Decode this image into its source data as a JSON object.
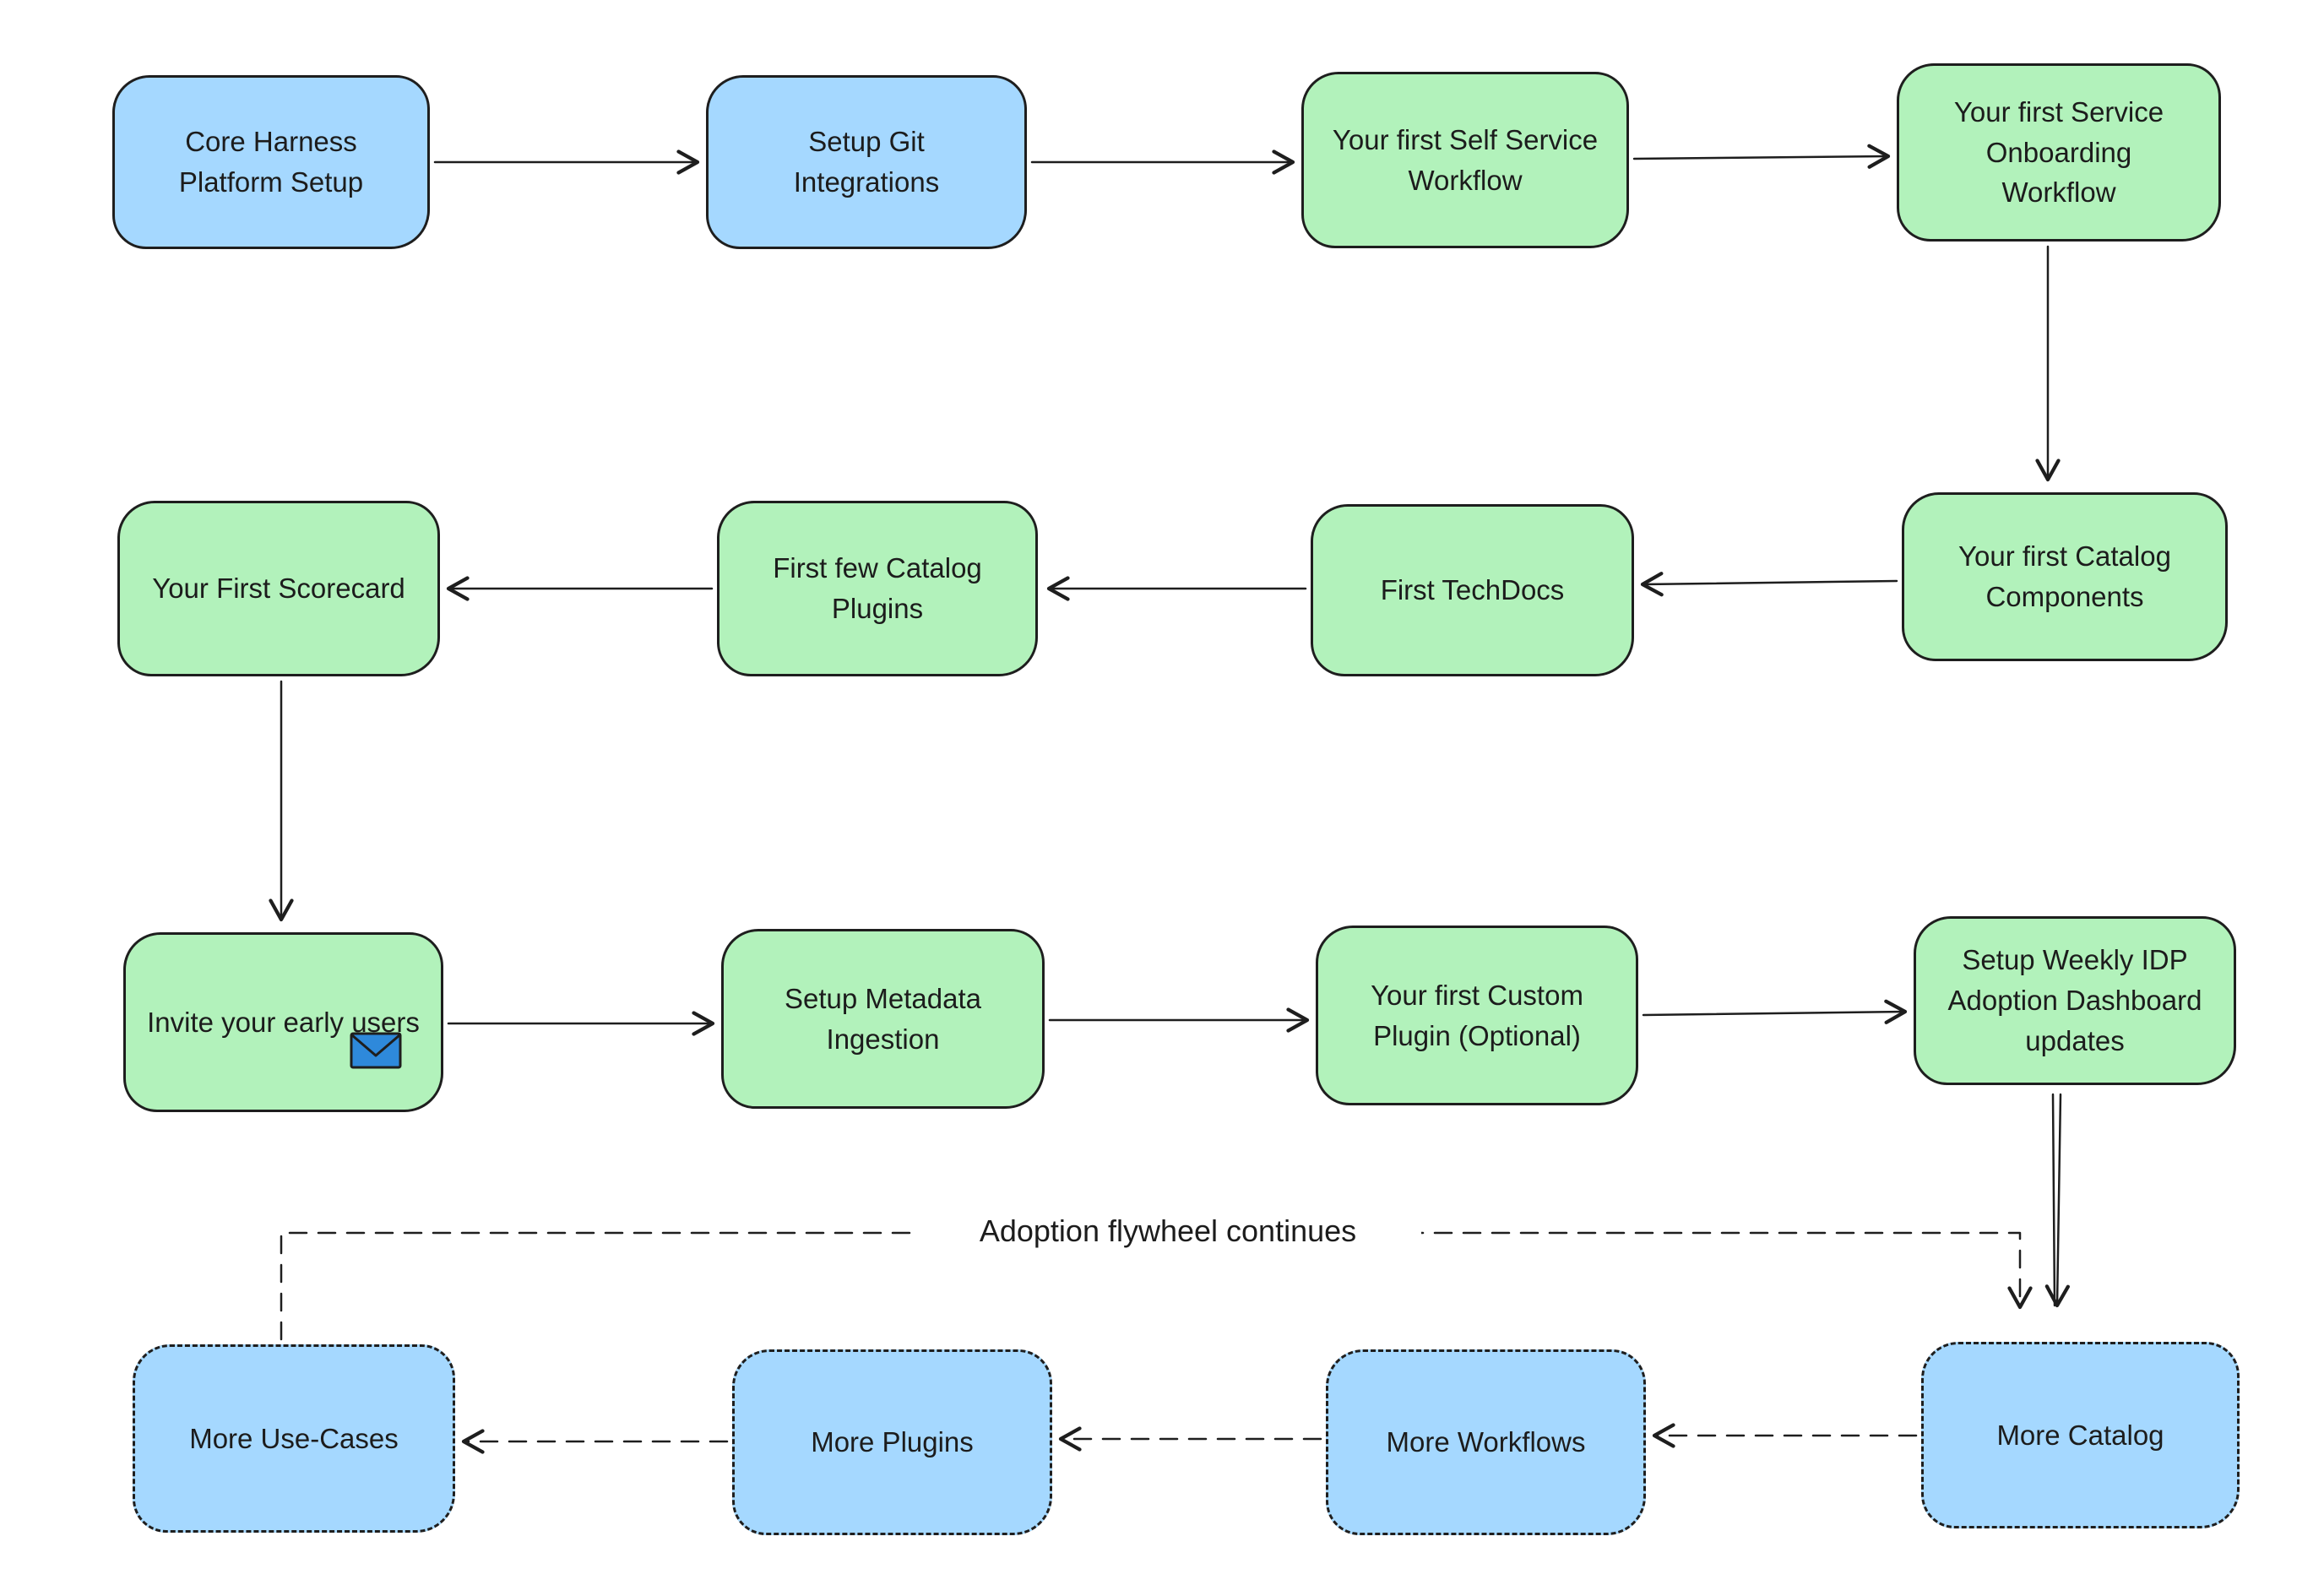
{
  "colors": {
    "background": "#ffffff",
    "blue": "#a5d8ff",
    "green": "#b2f2bb",
    "stroke": "#1e1e1e",
    "text": "#1c1c1c",
    "envelope": "#2e89db"
  },
  "diagram": {
    "flywheel_label": "Adoption flywheel continues",
    "nodes": [
      {
        "label": "Core Harness Platform Setup",
        "style": "blue"
      },
      {
        "label": "Setup Git Integrations",
        "style": "blue"
      },
      {
        "label": "Your first Self Service Workflow",
        "style": "green"
      },
      {
        "label": "Your first Service Onboarding Workflow",
        "style": "green"
      },
      {
        "label": "Your First Scorecard",
        "style": "green"
      },
      {
        "label": "First few Catalog Plugins",
        "style": "green"
      },
      {
        "label": "First TechDocs",
        "style": "green"
      },
      {
        "label": "Your first Catalog Components",
        "style": "green"
      },
      {
        "label": "Invite your early users",
        "style": "green",
        "icon": "email"
      },
      {
        "label": "Setup Metadata Ingestion",
        "style": "green"
      },
      {
        "label": "Your first Custom Plugin (Optional)",
        "style": "green"
      },
      {
        "label": "Setup Weekly IDP Adoption Dashboard updates",
        "style": "green"
      },
      {
        "label": "More Use-Cases",
        "style": "blue-dashed"
      },
      {
        "label": "More Plugins",
        "style": "blue-dashed"
      },
      {
        "label": "More Workflows",
        "style": "blue-dashed"
      },
      {
        "label": "More Catalog",
        "style": "blue-dashed"
      }
    ]
  }
}
